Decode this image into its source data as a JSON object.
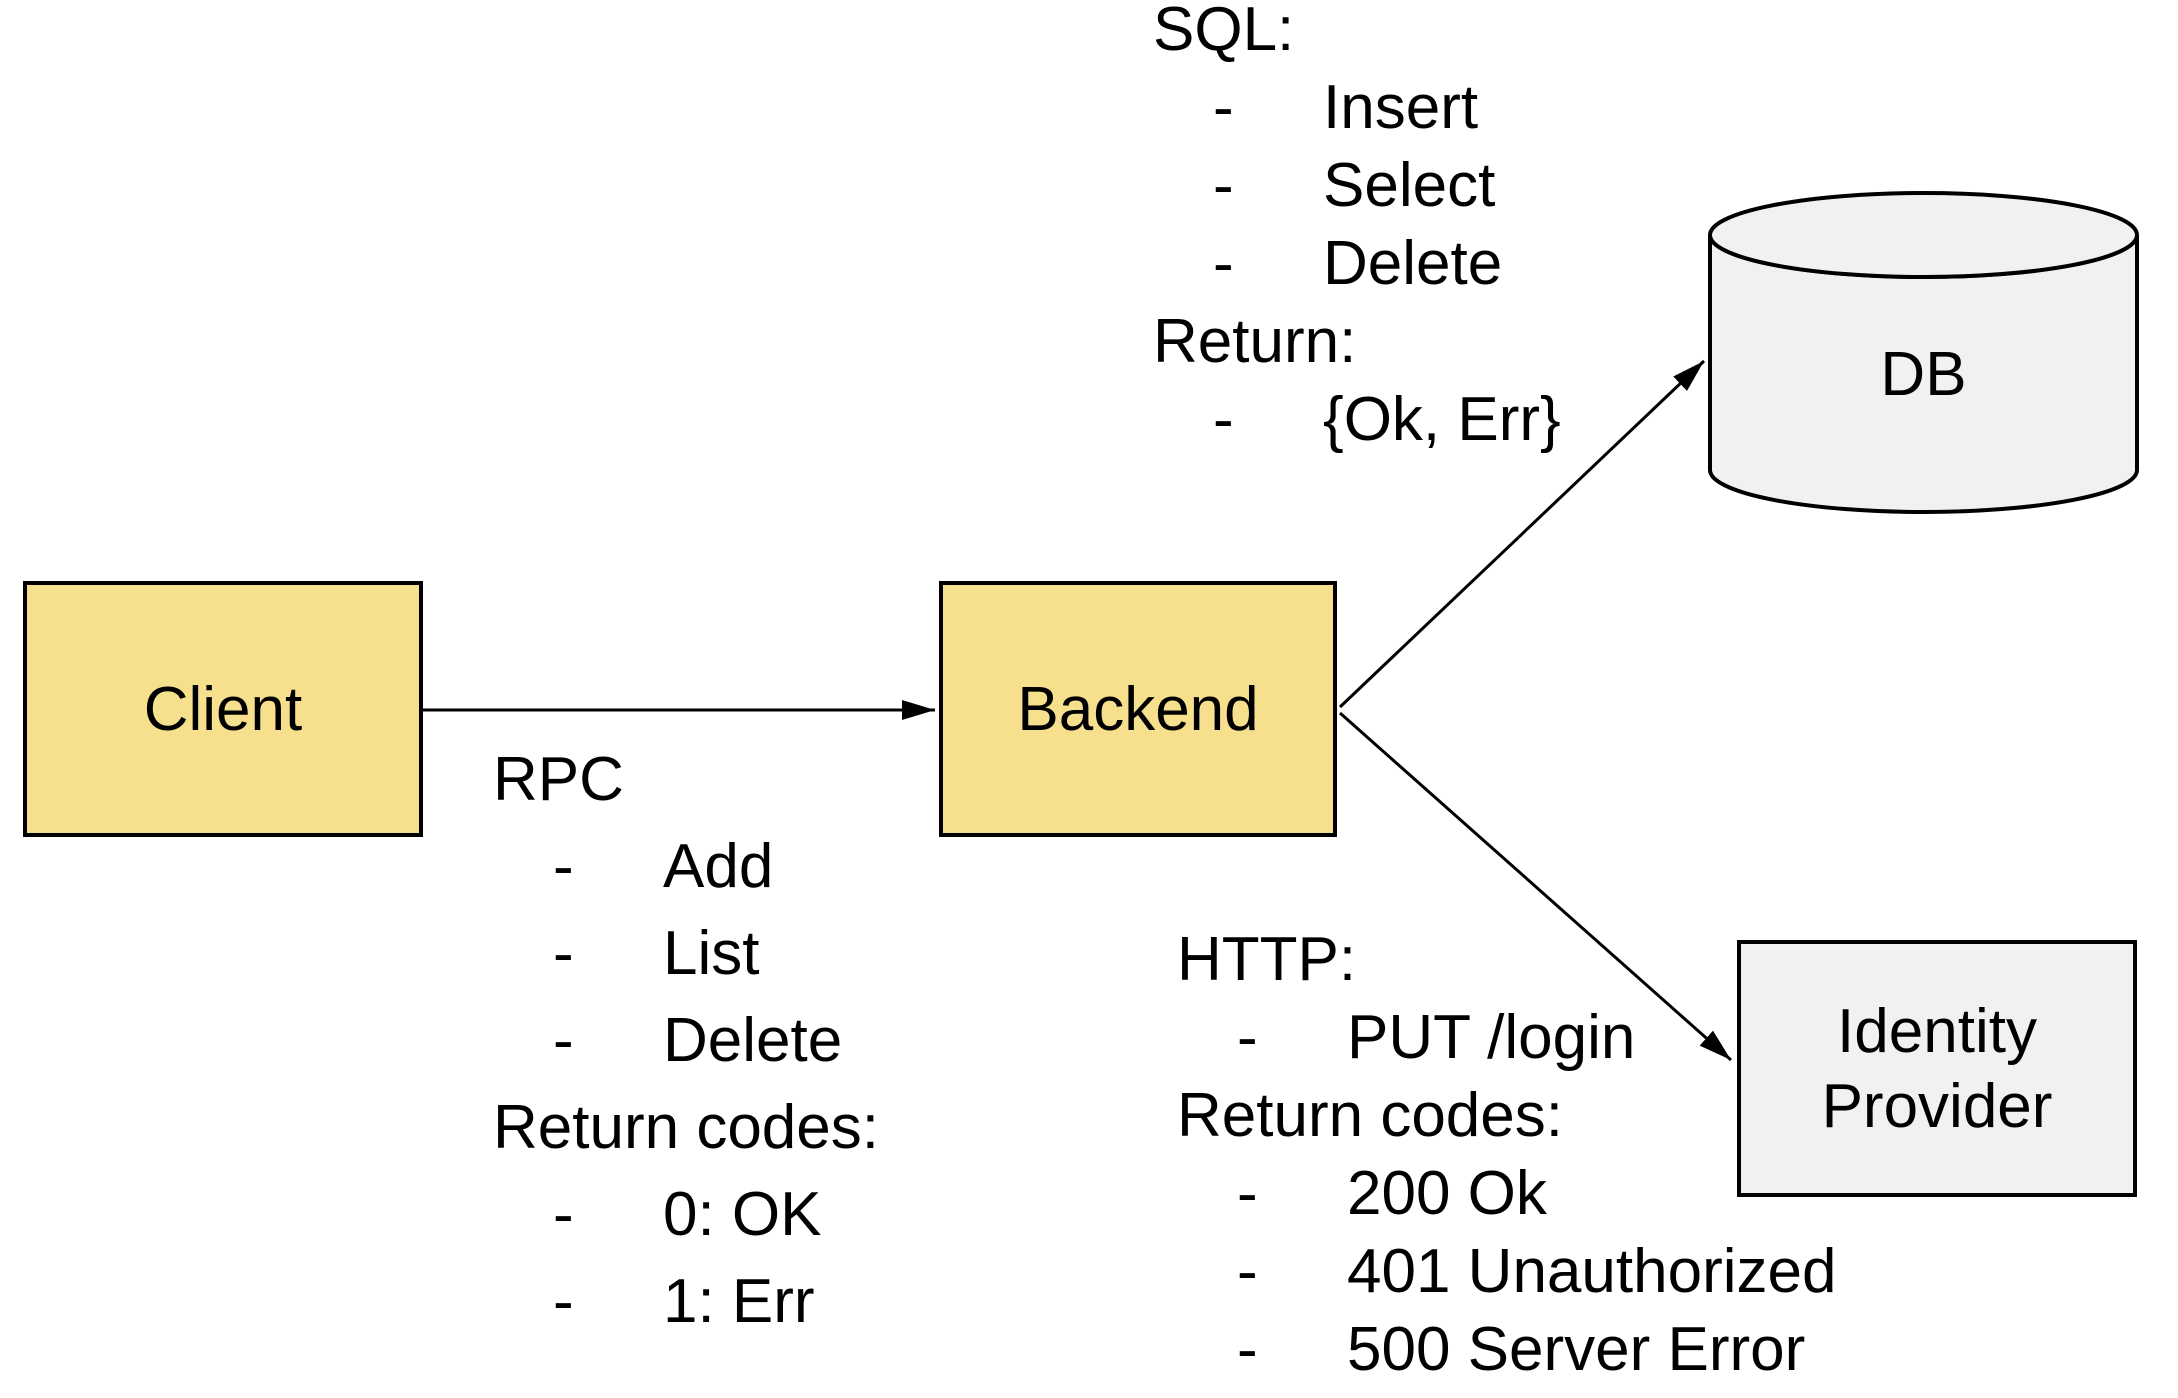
{
  "diagram": {
    "nodes": {
      "client": {
        "label": "Client"
      },
      "backend": {
        "label": "Backend"
      },
      "db": {
        "label": "DB"
      },
      "identity_provider": {
        "label": "Identity\nProvider"
      }
    },
    "edges": [
      {
        "from": "Client",
        "to": "Backend"
      },
      {
        "from": "Backend",
        "to": "DB"
      },
      {
        "from": "Backend",
        "to": "Identity Provider"
      }
    ],
    "annotations": {
      "rpc": {
        "lines": [
          {
            "bullet": "",
            "text": "RPC"
          },
          {
            "bullet": "-",
            "text": "Add"
          },
          {
            "bullet": "-",
            "text": "List"
          },
          {
            "bullet": "-",
            "text": "Delete"
          },
          {
            "bullet": "",
            "text": "Return codes:"
          },
          {
            "bullet": "-",
            "text": "0: OK"
          },
          {
            "bullet": "-",
            "text": "1: Err"
          }
        ]
      },
      "sql": {
        "lines": [
          {
            "bullet": "",
            "text": "SQL:"
          },
          {
            "bullet": "-",
            "text": "Insert"
          },
          {
            "bullet": "-",
            "text": "Select"
          },
          {
            "bullet": "-",
            "text": "Delete"
          },
          {
            "bullet": "",
            "text": "Return:"
          },
          {
            "bullet": "-",
            "text": "{Ok, Err}"
          }
        ]
      },
      "http": {
        "lines": [
          {
            "bullet": "",
            "text": "HTTP:"
          },
          {
            "bullet": "-",
            "text": "PUT /login"
          },
          {
            "bullet": "",
            "text": "Return codes:"
          },
          {
            "bullet": "-",
            "text": "200 Ok"
          },
          {
            "bullet": "-",
            "text": "401 Unauthorized"
          },
          {
            "bullet": "-",
            "text": "500 Server Error"
          }
        ]
      }
    },
    "colors": {
      "node_fill_yellow": "#F7E08D",
      "node_fill_gray": "#F1F1F1",
      "stroke": "#000000",
      "text": "#000000",
      "background": "#FFFFFF"
    }
  }
}
